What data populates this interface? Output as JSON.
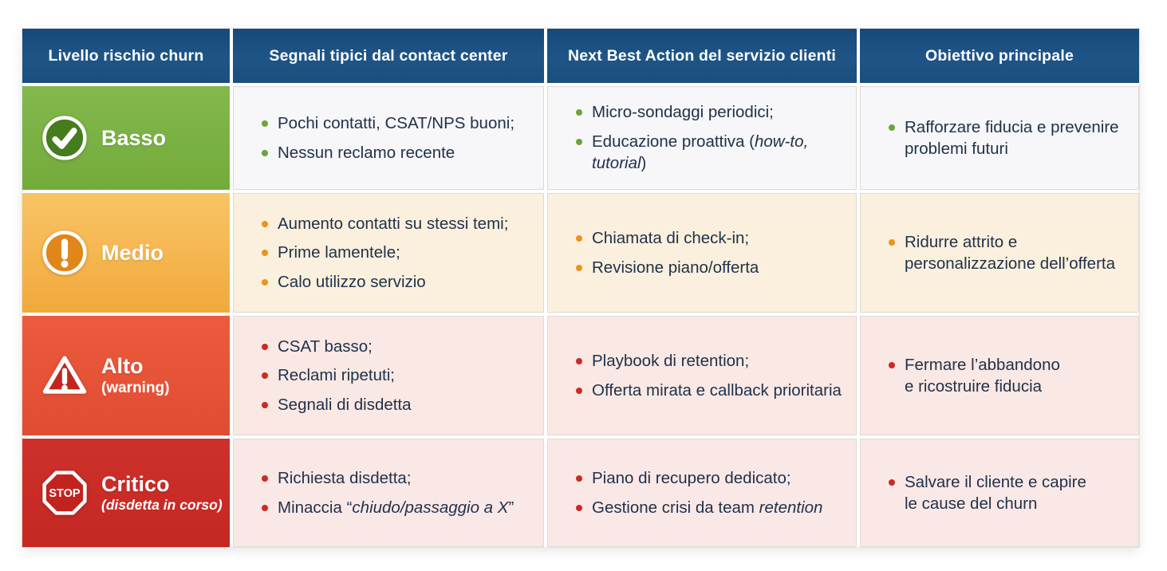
{
  "colors": {
    "header_bg": "#1c5183",
    "header_text": "#ffffff",
    "body_text": "#20324a",
    "cell_border": "#ded9d4",
    "page_bg": "#ffffff"
  },
  "table": {
    "headers": [
      "Livello rischio churn",
      "Segnali tipici dal contact center",
      "Next Best Action del servizio clienti",
      "Obiettivo principale"
    ],
    "rows": [
      {
        "id": "basso",
        "title": "Basso",
        "subtitle": "",
        "subtitle_italic": false,
        "icon": "check-circle-icon",
        "label_bg_top": "#83b84d",
        "label_bg_bottom": "#73ab3b",
        "icon_fill": "#457c1d",
        "bullet_color": "#6ba53a",
        "cell_bg": "#f7f6f8",
        "cells": [
          [
            [
              {
                "t": "Pochi contatti, CSAT/NPS buoni;"
              }
            ],
            [
              {
                "t": "Nessun reclamo recente"
              }
            ]
          ],
          [
            [
              {
                "t": "Micro-sondaggi periodici;"
              }
            ],
            [
              {
                "t": "Educazione proattiva ("
              },
              {
                "t": "how-to, tutorial",
                "i": true
              },
              {
                "t": ")"
              }
            ]
          ],
          [
            [
              {
                "t": "Rafforzare fiducia e prevenire"
              },
              {
                "br": true
              },
              {
                "t": "problemi futuri"
              }
            ]
          ]
        ]
      },
      {
        "id": "medio",
        "title": "Medio",
        "subtitle": "",
        "subtitle_italic": false,
        "icon": "exclamation-circle-icon",
        "label_bg_top": "#f9c465",
        "label_bg_bottom": "#f1a93c",
        "icon_fill": "#e0861b",
        "bullet_color": "#ec921d",
        "cell_bg": "#fbf0dd",
        "cells": [
          [
            [
              {
                "t": "Aumento contatti su stessi temi;"
              }
            ],
            [
              {
                "t": "Prime lamentele;"
              }
            ],
            [
              {
                "t": "Calo utilizzo servizio"
              }
            ]
          ],
          [
            [
              {
                "t": "Chiamata di check-in;"
              }
            ],
            [
              {
                "t": "Revisione piano/offerta"
              }
            ]
          ],
          [
            [
              {
                "t": "Ridurre attrito e"
              },
              {
                "br": true
              },
              {
                "t": "personalizzazione dell’offerta"
              }
            ]
          ]
        ]
      },
      {
        "id": "alto",
        "title": "Alto",
        "subtitle": "(warning)",
        "subtitle_italic": false,
        "icon": "warning-triangle-icon",
        "label_bg_top": "#ec5b3e",
        "label_bg_bottom": "#e04c31",
        "icon_fill": "#c1261c",
        "bullet_color": "#ce2a22",
        "cell_bg": "#f9e8e4",
        "cells": [
          [
            [
              {
                "t": "CSAT basso;"
              }
            ],
            [
              {
                "t": "Reclami ripetuti;"
              }
            ],
            [
              {
                "t": "Segnali di disdetta"
              }
            ]
          ],
          [
            [
              {
                "t": "Playbook di retention;"
              }
            ],
            [
              {
                "t": "Offerta mirata e callback prioritaria"
              }
            ]
          ],
          [
            [
              {
                "t": "Fermare l’abbandono"
              },
              {
                "br": true
              },
              {
                "t": "e ricostruire fiducia"
              }
            ]
          ]
        ]
      },
      {
        "id": "critico",
        "title": "Critico",
        "subtitle": "(disdetta in corso)",
        "subtitle_italic": true,
        "icon": "stop-sign-icon",
        "stop_label": "STOP",
        "label_bg_top": "#ce302b",
        "label_bg_bottom": "#c52722",
        "icon_fill": "#c2231e",
        "bullet_color": "#cd2a23",
        "cell_bg": "#fae8e7",
        "cells": [
          [
            [
              {
                "t": "Richiesta disdetta;"
              }
            ],
            [
              {
                "t": "Minaccia “"
              },
              {
                "t": "chiudo/passaggio a X",
                "i": true
              },
              {
                "t": "”"
              }
            ]
          ],
          [
            [
              {
                "t": "Piano di recupero dedicato;"
              }
            ],
            [
              {
                "t": "Gestione crisi da team "
              },
              {
                "t": "retention",
                "i": true
              }
            ]
          ],
          [
            [
              {
                "t": "Salvare il cliente e capire"
              },
              {
                "br": true
              },
              {
                "t": "le cause del churn"
              }
            ]
          ]
        ]
      }
    ]
  }
}
